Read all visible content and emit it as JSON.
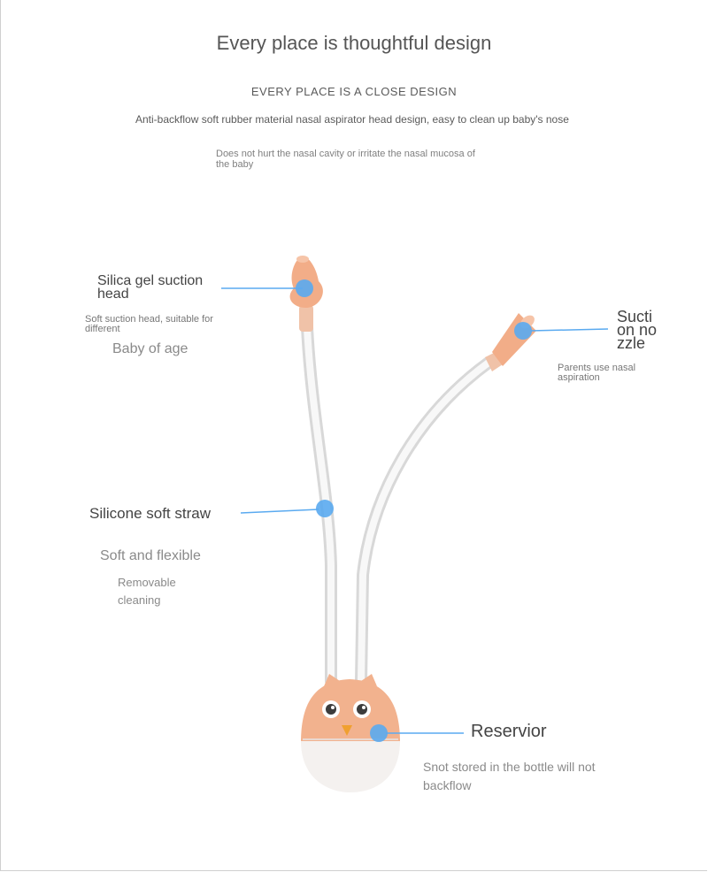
{
  "header": {
    "title": "Every place is thoughtful design",
    "subtitle": "EVERY PLACE IS A CLOSE DESIGN",
    "intro": "Anti-backflow soft rubber material nasal aspirator head design, easy to clean up baby's nose",
    "intro_note": "Does not hurt the nasal cavity or irritate the nasal mucosa of the baby"
  },
  "callouts": {
    "suction_head": {
      "title": "Silica gel suction head",
      "desc": "Soft suction head, suitable for different",
      "desc2": "Baby of age"
    },
    "suction_nozzle": {
      "title": "Suction nozzle",
      "desc": "Parents use nasal aspiration"
    },
    "straw": {
      "title": "Silicone soft straw",
      "desc": "Soft and flexible",
      "desc2": "Removable cleaning"
    },
    "reservoir": {
      "title": "Reservior",
      "desc": "Snot stored in the bottle will not backflow"
    }
  },
  "colors": {
    "accent_dot": "#5aaaf0",
    "product_peach": "#f2b28e",
    "bottle_white": "#f4f1ef"
  }
}
